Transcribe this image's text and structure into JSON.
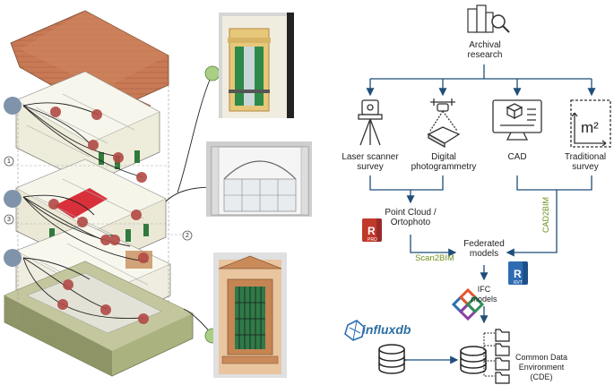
{
  "nodes": {
    "archival": "Archival\nresearch",
    "laser": "Laser scanner\nsurvey",
    "photogrammetry": "Digital\nphotogrammetry",
    "cad": "CAD",
    "traditional": "Traditional\nsurvey",
    "pointcloud": "Point Cloud /\nOrtophoto",
    "federated": "Federated\nmodels",
    "ifc": "IFC\nmodels",
    "cde": "Common Data\nEnvironment\n(CDE)"
  },
  "edges": {
    "scan2bim": "Scan2BIM",
    "cad2bim": "CAD2BIM"
  },
  "badges": {
    "recap_letter": "R",
    "recap_sub": "PRO",
    "revit_letter": "R",
    "revit_sub": "RVT",
    "influx": "influxdb",
    "m2": "m²"
  },
  "markers": {
    "m1": "1",
    "m2": "2",
    "m3": "3"
  },
  "colors": {
    "arrow": "#1f4e79",
    "green_text": "#6e8f1d",
    "marker_blue": "#7f93aa",
    "marker_red": "#b24a45",
    "marker_green": "#a9cf84",
    "roof": "#c87a55",
    "ground": "#aab27f"
  }
}
